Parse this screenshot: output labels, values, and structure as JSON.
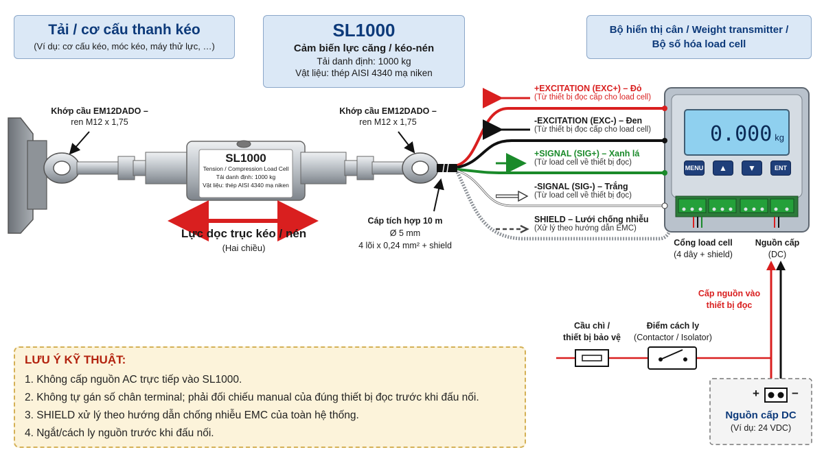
{
  "header_load": {
    "title": "Tải / cơ cấu thanh kéo",
    "subtitle": "(Ví dụ: cơ cấu kéo, móc kéo, máy thử lực, …)"
  },
  "header_sensor": {
    "title": "SL1000",
    "subtitle": "Cảm biến lực căng / kéo-nén",
    "line1": "Tải danh định: 1000 kg",
    "line2": "Vật liệu: thép AISI 4340 mạ niken"
  },
  "header_transmitter": {
    "line1": "Bộ hiển thị cân /  Weight transmitter /",
    "line2": "Bộ số hóa load cell"
  },
  "rod_end_left": {
    "line1": "Khớp cầu EM12DADO –",
    "line2": "ren M12 x 1,75"
  },
  "rod_end_right": {
    "line1": "Khớp cầu EM12DADO –",
    "line2": "ren M12 x 1,75"
  },
  "sensor_label": {
    "title": "SL1000",
    "line1": "Tension / Compression Load Cell",
    "line2": "Tải danh định: 1000 kg",
    "line3": "Vật liệu: thép AISI 4340 mạ niken"
  },
  "force": {
    "title": "Lực dọc trục kéo / nén",
    "subtitle": "(Hai chiều)"
  },
  "cable": {
    "title": "Cáp tích hợp 10 m",
    "line1": "Ø 5 mm",
    "line2": "4 lõi x 0,24 mm² + shield"
  },
  "wires": [
    {
      "head": "+EXCITATION (EXC+) – Đỏ",
      "sub": "(Từ thiết bị đọc cấp cho load cell)",
      "color": "#d91f1f"
    },
    {
      "head": "-EXCITATION (EXC-) – Đen",
      "sub": "(Từ thiết bị đọc cấp cho load cell)",
      "color": "#111111"
    },
    {
      "head": "+SIGNAL (SIG+) – Xanh lá",
      "sub": "(Từ load cell về thiết bị đọc)",
      "color": "#1a8a2a"
    },
    {
      "head": "-SIGNAL (SIG-) – Trắng",
      "sub": "(Từ load cell về thiết bị đọc)",
      "color": "#222222"
    },
    {
      "head": "SHIELD – Lưới chống nhiễu",
      "sub": "(Xử lý theo hướng dẫn EMC)",
      "color": "#222222"
    }
  ],
  "meter": {
    "display": "0.000",
    "unit": "kg",
    "buttons": [
      "MENU",
      "▲",
      "▼",
      "ENT"
    ]
  },
  "port_loadcell": {
    "line1": "Cổng load cell",
    "line2": "(4 dây + shield)"
  },
  "port_power": {
    "line1": "Nguồn cấp",
    "line2": "(DC)"
  },
  "power_note": {
    "line1": "Cấp nguồn vào",
    "line2": "thiết bị đọc"
  },
  "fuse": {
    "line1": "Cầu chì /",
    "line2": "thiết bị bảo vệ"
  },
  "isolator": {
    "line1": "Điểm cách ly",
    "line2": "(Contactor / Isolator)"
  },
  "dc_supply": {
    "plus": "+",
    "minus": "−",
    "title": "Nguồn cấp DC",
    "subtitle": "(Ví dụ: 24 VDC)"
  },
  "notes": {
    "title": "LƯU Ý KỸ THUẬT:",
    "items": [
      "1.  Không cấp nguồn AC trực tiếp vào SL1000.",
      "2.  Không tự gán số chân terminal; phải đối chiếu manual của đúng thiết bị đọc trước khi đấu nối.",
      "3.  SHIELD xử lý theo hướng dẫn chống nhiễu EMC của toàn hệ thống.",
      "4.  Ngắt/cách ly nguồn trước khi đấu nối."
    ]
  },
  "colors": {
    "header_bg": "#dbe8f6",
    "header_title": "#0d3a7a",
    "red": "#d91f1f",
    "green": "#1a8a2a",
    "note_bg": "#fcf3da"
  }
}
